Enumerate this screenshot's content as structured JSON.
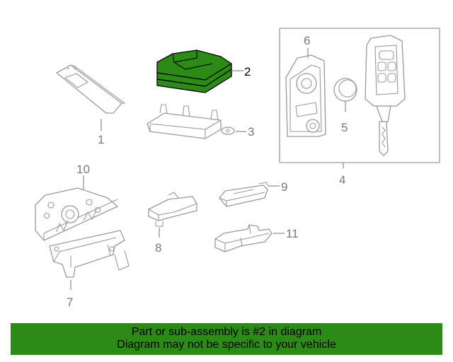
{
  "callouts": {
    "c1": "1",
    "c2": "2",
    "c3": "3",
    "c4": "4",
    "c5": "5",
    "c6": "6",
    "c7": "7",
    "c8": "8",
    "c9": "9",
    "c10": "10",
    "c11": "11"
  },
  "highlight_color": "#2c8a17",
  "banner": {
    "line1": "Part or sub-assembly is #2 in diagram",
    "line2": "Diagram may not be specific to your vehicle"
  }
}
